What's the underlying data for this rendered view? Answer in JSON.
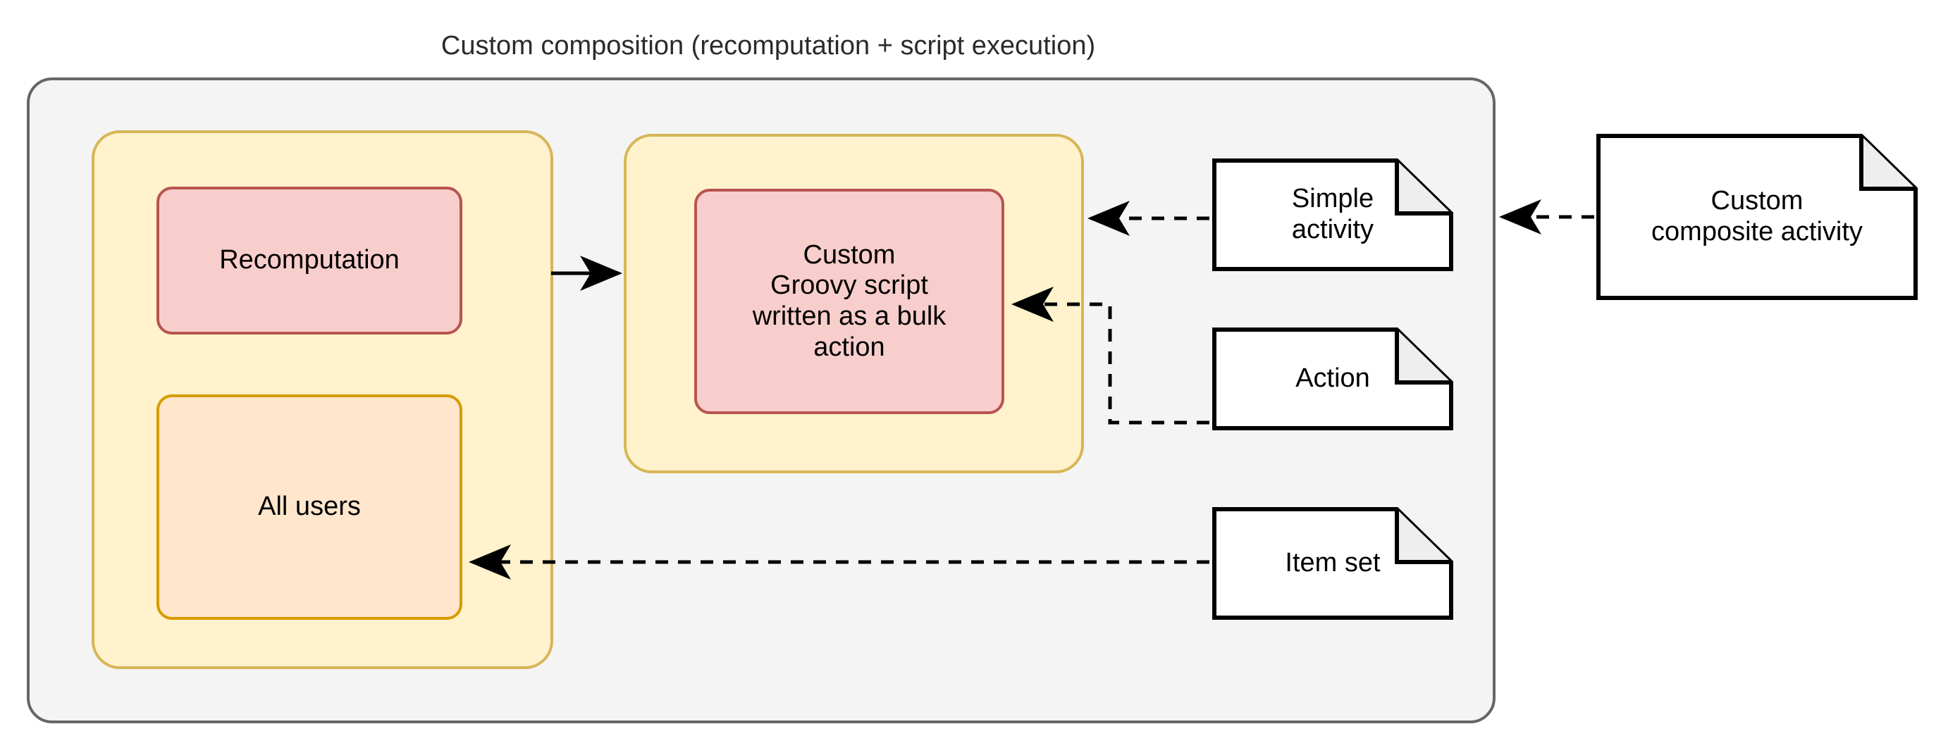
{
  "diagram": {
    "title": "Custom composition (recomputation + script execution)",
    "colors": {
      "outer_border": "#666666",
      "outer_fill": "#f4f4f4",
      "group_border": "#d6b656",
      "group_fill": "#fff2cc",
      "pink_fill": "#f8cecc",
      "pink_border": "#b85450",
      "peach_fill": "#ffe6cc",
      "peach_border": "#d79b00",
      "note_fill": "#ffffff",
      "note_border": "#000000",
      "note_fold_fill": "#eeeeee",
      "connector": "#000000"
    },
    "groups": {
      "left": {
        "label": ""
      },
      "right": {
        "label": ""
      }
    },
    "nodes": {
      "recomputation": {
        "label": "Recomputation"
      },
      "all_users": {
        "label": "All users"
      },
      "script": {
        "label": "Custom\nGroovy script\nwritten as a bulk\naction"
      }
    },
    "notes": {
      "simple_activity": {
        "label": "Simple\nactivity"
      },
      "action": {
        "label": "Action"
      },
      "item_set": {
        "label": "Item set"
      },
      "custom_composite_activity": {
        "label": "Custom\ncomposite activity"
      }
    },
    "connectors": [
      {
        "name": "recomputation-to-script",
        "style": "solid",
        "from": "left-group",
        "to": "right-group"
      },
      {
        "name": "simple-activity-to-right-group",
        "style": "dashed",
        "from": "simple_activity",
        "to": "right-group"
      },
      {
        "name": "action-to-script",
        "style": "dashed",
        "from": "action",
        "to": "script"
      },
      {
        "name": "item-set-to-all-users",
        "style": "dashed",
        "from": "item_set",
        "to": "all_users"
      },
      {
        "name": "custom-composite-activity-to-outer",
        "style": "dashed",
        "from": "custom_composite_activity",
        "to": "outer-container"
      }
    ]
  }
}
